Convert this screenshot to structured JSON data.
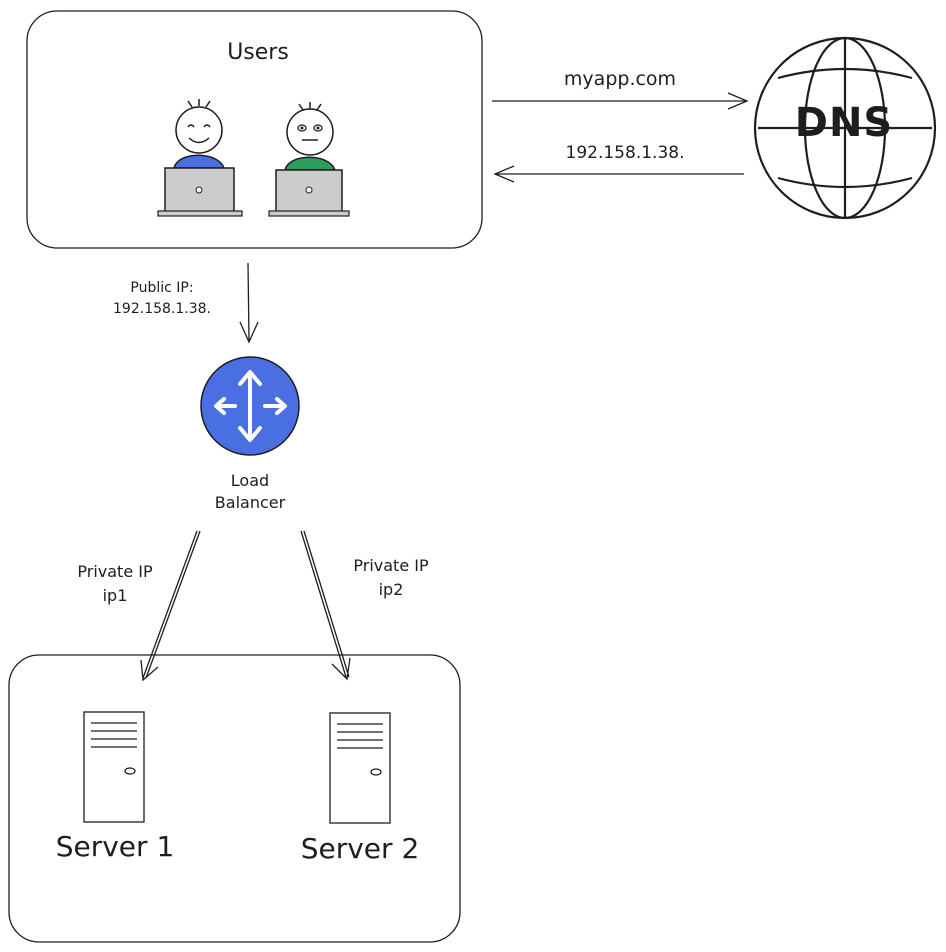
{
  "users": {
    "title": "Users"
  },
  "dns": {
    "label": "DNS",
    "request_label": "myapp.com",
    "response_label": "192.158.1.38."
  },
  "public_ip": {
    "line1": "Public IP:",
    "line2": "192.158.1.38."
  },
  "load_balancer": {
    "line1": "Load",
    "line2": "Balancer",
    "color": "#4a6fe3"
  },
  "private_links": [
    {
      "line1": "Private IP",
      "line2": "ip1"
    },
    {
      "line1": "Private IP",
      "line2": "ip2"
    }
  ],
  "servers": [
    {
      "label": "Server 1"
    },
    {
      "label": "Server 2"
    }
  ],
  "colors": {
    "user1": "#4a6fe3",
    "user2": "#2f9e5c",
    "laptop": "#cccccc",
    "stroke": "#1e1e1e"
  }
}
